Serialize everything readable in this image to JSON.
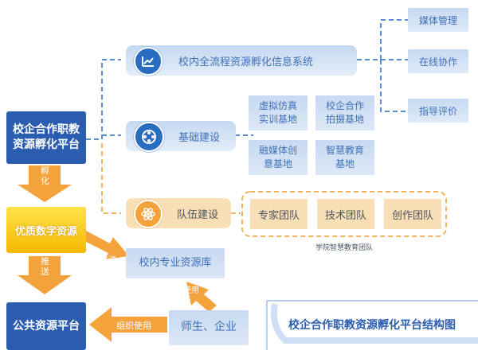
{
  "platform": {
    "line1": "校企合作职教",
    "line2": "资源孵化平台"
  },
  "incubate_label": "孵化",
  "quality_resources": "优质数字资源",
  "push_label_left": "推送",
  "push_label_right": "推送",
  "public_platform": "公共资源平台",
  "organize_use_label": "组织使用",
  "teachers_enterprise": "师生、企业",
  "use_label": "使用",
  "campus_library": "校内专业资源库",
  "system_row": {
    "label": "校内全流程资源孵化信息系统"
  },
  "infra_row": {
    "label": "基础建设",
    "items": [
      {
        "line1": "虚拟仿真",
        "line2": "实训基地"
      },
      {
        "line1": "校企合作",
        "line2": "拍摄基地"
      },
      {
        "line1": "融媒体创",
        "line2": "意基地"
      },
      {
        "line1": "智慧教育",
        "line2": "基地"
      }
    ]
  },
  "team_row": {
    "label": "队伍建设",
    "teams": [
      "专家团队",
      "技术团队",
      "创作团队"
    ],
    "caption": "学院智慧教育团队"
  },
  "right_tags": [
    "媒体管理",
    "在线协作",
    "指导评价"
  ],
  "diagram_title": "校企合作职教资源孵化平台结构图",
  "colors": {
    "dark_blue": "#2a5db0",
    "light_blue": "#c7d9f1",
    "orange": "#f3a23c",
    "gold": "#f6b800",
    "dash_blue": "#5b8fd0",
    "dash_orange": "#f2b35a"
  }
}
